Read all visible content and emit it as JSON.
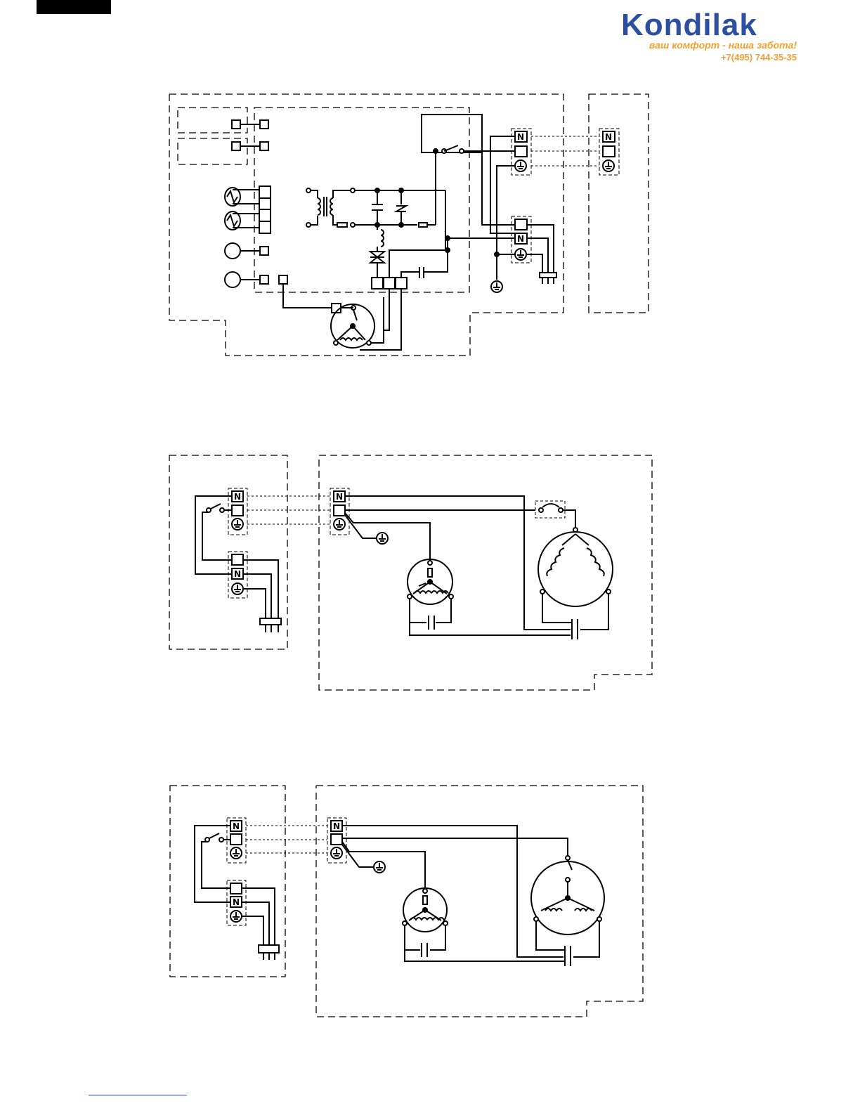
{
  "header": {
    "logo_text": "Kondilak",
    "tagline": "ваш комфорт - наша забота!",
    "phone": "+7(495) 744-35-35"
  },
  "terminal_labels": {
    "neutral": "N"
  },
  "colors": {
    "brand_blue": "#2c4fa0",
    "brand_orange": "#f0a030",
    "wire": "#000000",
    "footer_line": "#3040c0"
  },
  "icons": [
    "ground-icon",
    "motor-icon",
    "capacitor-icon",
    "switch-icon",
    "transformer-icon",
    "heater-icon",
    "triac-icon"
  ]
}
